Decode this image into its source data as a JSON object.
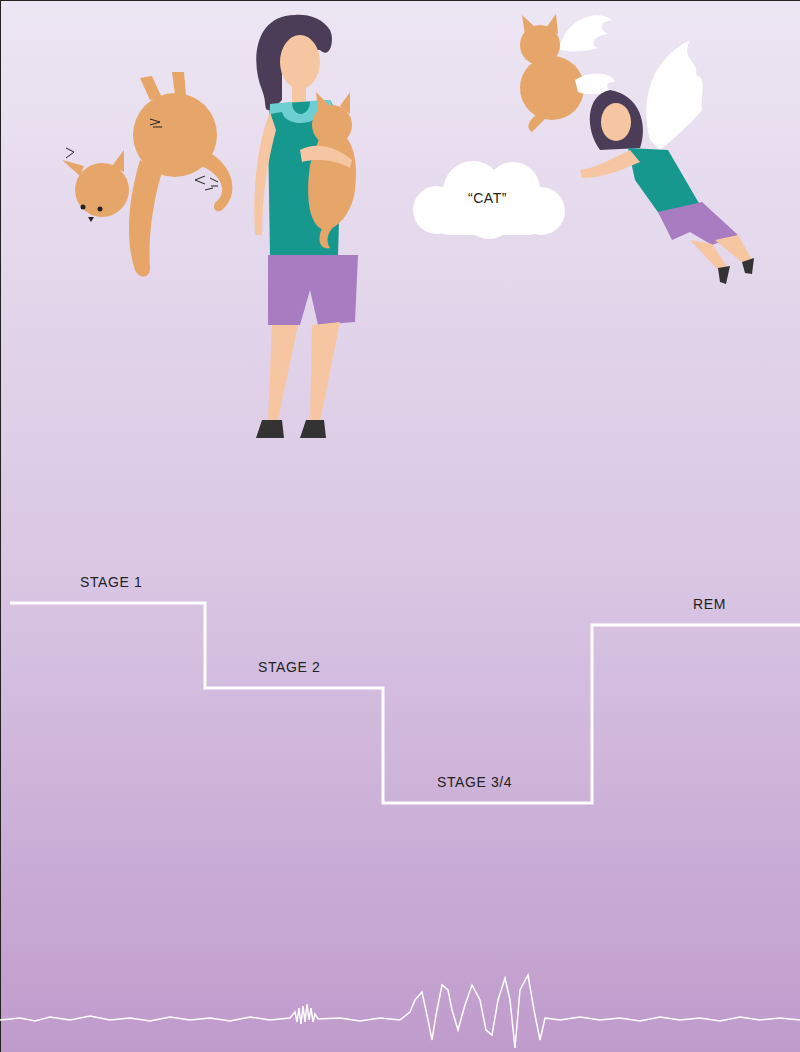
{
  "diagram": {
    "nodes": [
      {
        "text": [
          "“CAT”"
        ]
      }
    ],
    "labels": [
      "STAGE 1",
      "STAGE 2",
      "STAGE 3/4",
      "REM"
    ]
  }
}
